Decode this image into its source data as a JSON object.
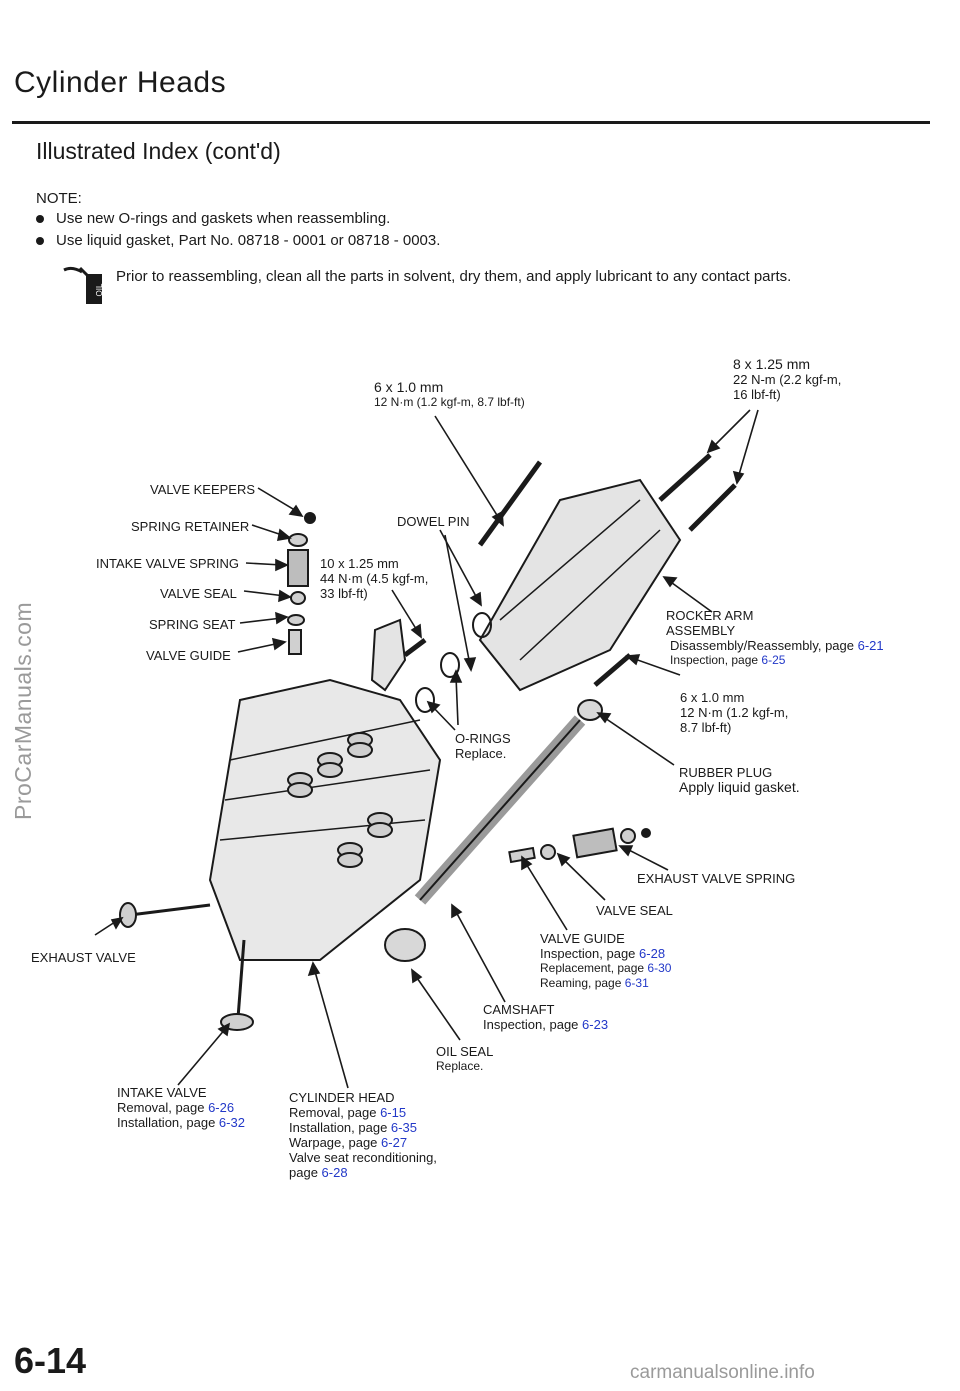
{
  "header": {
    "title": "Cylinder Heads",
    "subtitle": "Illustrated Index (cont'd)"
  },
  "note": {
    "label": "NOTE:",
    "items": [
      "Use new O-rings and gaskets when reassembling.",
      "Use liquid gasket, Part No. 08718 - 0001 or 08718 - 0003."
    ],
    "oil_icon_text": "OIL",
    "oil_text": "Prior to reassembling, clean all the parts in solvent, dry them, and apply lubricant to any contact parts."
  },
  "labels": {
    "bolt_6x10_top": {
      "size": "6 x 1.0 mm",
      "torque": "12 N·m (1.2 kgf-m, 8.7 lbf-ft)"
    },
    "bolt_8x125": {
      "size": "8 x 1.25 mm",
      "torque1": "22 N-m (2.2 kgf-m,",
      "torque2": "16 lbf-ft)"
    },
    "valve_keepers": "VALVE KEEPERS",
    "spring_retainer": "SPRING RETAINER",
    "intake_valve_spring": "INTAKE VALVE SPRING",
    "valve_seal_left": "VALVE SEAL",
    "spring_seat": "SPRING SEAT",
    "valve_guide_left": "VALVE GUIDE",
    "dowel_pin": "DOWEL PIN",
    "bolt_10x125": {
      "size": "10 x 1.25 mm",
      "torque1": "44 N·m (4.5 kgf-m,",
      "torque2": "33 lbf-ft)"
    },
    "rocker_arm": {
      "line1": "ROCKER ARM",
      "line2": "ASSEMBLY",
      "line3": "Disassembly/Reassembly, page",
      "ref3": "6-21",
      "line4": "Inspection, page",
      "ref4": "6-25"
    },
    "bolt_6x10_right": {
      "size": "6 x 1.0 mm",
      "torque1": "12 N·m (1.2 kgf-m,",
      "torque2": "8.7 lbf-ft)"
    },
    "o_rings": {
      "line1": "O-RINGS",
      "line2": "Replace."
    },
    "rubber_plug": {
      "line1": "RUBBER PLUG",
      "line2": "Apply liquid gasket."
    },
    "exhaust_valve_spring": "EXHAUST VALVE SPRING",
    "valve_seal_right": "VALVE SEAL",
    "exhaust_valve": "EXHAUST VALVE",
    "valve_guide_right": {
      "line1": "VALVE GUIDE",
      "line2": "Inspection, page",
      "ref2": "6-28",
      "line3": "Replacement, page",
      "ref3": "6-30",
      "line4": "Reaming, page",
      "ref4": "6-31"
    },
    "camshaft": {
      "line1": "CAMSHAFT",
      "line2": "Inspection, page",
      "ref2": "6-23"
    },
    "oil_seal": {
      "line1": "OIL SEAL",
      "line2": "Replace."
    },
    "intake_valve": {
      "line1": "INTAKE VALVE",
      "line2": "Removal, page",
      "ref2": "6-26",
      "line3": "Installation, page",
      "ref3": "6-32"
    },
    "cylinder_head": {
      "line1": "CYLINDER HEAD",
      "line2": "Removal, page",
      "ref2": "6-15",
      "line3": "Installation, page",
      "ref3": "6-35",
      "line4": "Warpage, page",
      "ref4": "6-27",
      "line5": "Valve seat reconditioning,",
      "line6": "page",
      "ref6": "6-28"
    }
  },
  "watermark": "ProCarManuals.com",
  "page_number": "6-14",
  "footer_watermark": "carmanualsonline.info"
}
